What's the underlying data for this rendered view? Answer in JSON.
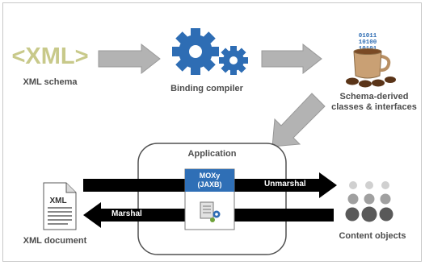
{
  "diagram": {
    "xml_logo": "<XML>",
    "xml_schema_label": "XML schema",
    "binding_compiler_label": "Binding compiler",
    "schema_derived_label_line1": "Schema-derived",
    "schema_derived_label_line2": "classes & interfaces",
    "binary_lines": [
      "01011",
      "10100",
      "10101"
    ],
    "application_label": "Application",
    "moxy_line1": "MOXy",
    "moxy_line2": "(JAXB)",
    "unmarshal_label": "Unmarshal",
    "marshal_label": "Marshal",
    "xml_doc_icon_text": "XML",
    "xml_document_label": "XML document",
    "content_objects_label": "Content objects"
  },
  "colors": {
    "logo": "#c8c98a",
    "gear": "#2e6db4",
    "arrow_gray": "#b3b3b3",
    "label_gray": "#4d4d4d",
    "moxy_blue": "#2f6fb6",
    "dots": [
      "#d0d0d0",
      "#a0a0a0",
      "#595959"
    ]
  }
}
